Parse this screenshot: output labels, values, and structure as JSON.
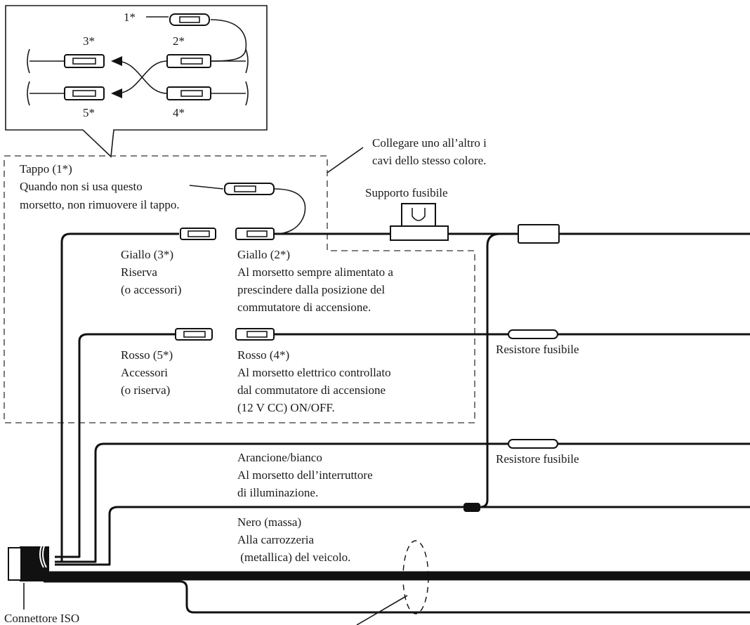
{
  "inset": {
    "n1": "1*",
    "n2": "2*",
    "n3": "3*",
    "n4": "4*",
    "n5": "5*"
  },
  "note_same_color": [
    "Collegare uno all’altro i",
    "cavi dello stesso colore."
  ],
  "cap": {
    "title": "Tappo (1*)",
    "line1": "Quando non si usa questo",
    "line2": "morsetto, non rimuovere il tappo."
  },
  "fuse_holder": "Supporto fusibile",
  "yellow3": [
    "Giallo (3*)",
    "Riserva",
    "(o accessori)"
  ],
  "yellow2": [
    "Giallo (2*)",
    "Al morsetto sempre alimentato a",
    "prescindere dalla posizione del",
    "commutatore di accensione."
  ],
  "red5": [
    "Rosso (5*)",
    "Accessori",
    "(o riserva)"
  ],
  "red4": [
    "Rosso (4*)",
    "Al morsetto elettrico controllato",
    "dal commutatore di accensione",
    "(12 V CC) ON/OFF."
  ],
  "fuse_resistor_1": "Resistore fusibile",
  "fuse_resistor_2": "Resistore fusibile",
  "orange": [
    "Arancione/bianco",
    "Al morsetto dell’interruttore",
    "di illuminazione."
  ],
  "black": [
    "Nero (massa)",
    "Alla carrozzeria",
    " (metallica) del veicolo."
  ],
  "iso_connector": "Connettore ISO"
}
